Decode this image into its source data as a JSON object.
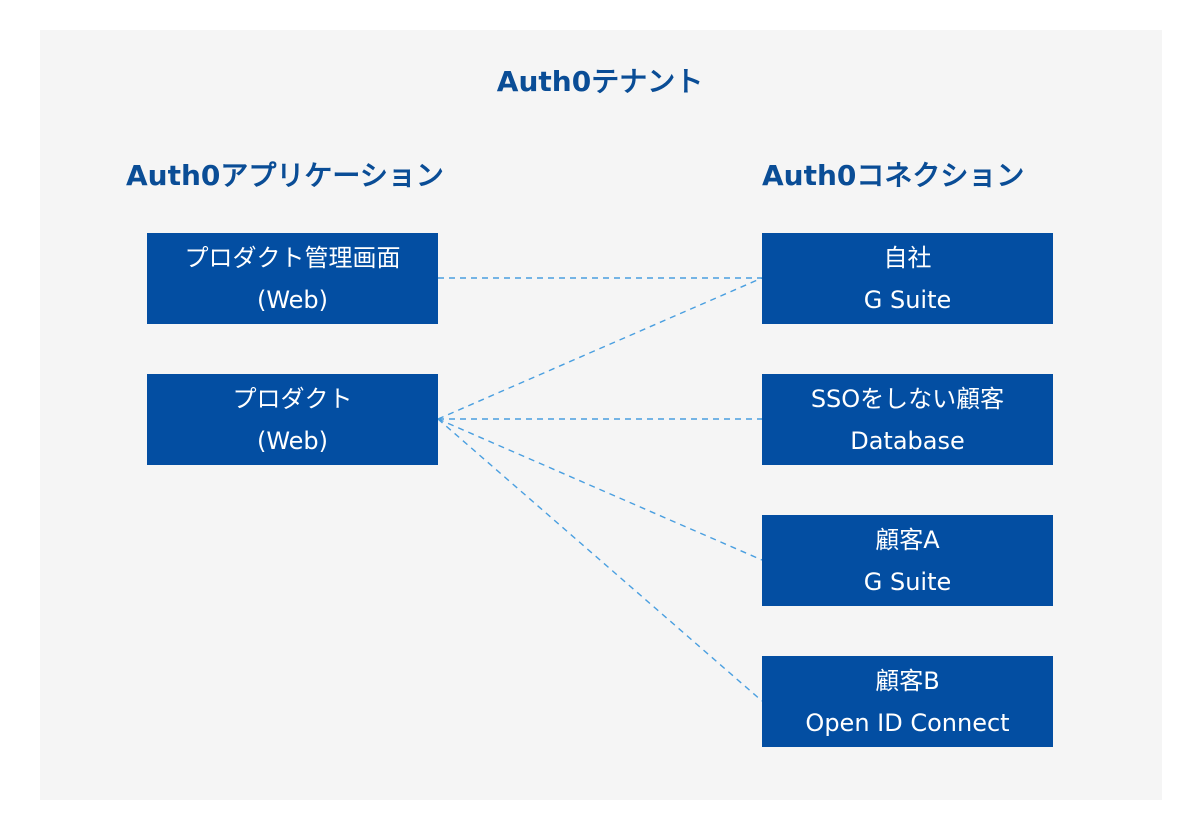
{
  "title": "Auth0テナント",
  "applications": {
    "heading": "Auth0アプリケーション",
    "items": [
      {
        "line1": "プロダクト管理画面",
        "line2": "(Web)"
      },
      {
        "line1": "プロダクト",
        "line2": "(Web)"
      }
    ]
  },
  "connections": {
    "heading": "Auth0コネクション",
    "items": [
      {
        "line1": "自社",
        "line2": "G Suite"
      },
      {
        "line1": "SSOをしない顧客",
        "line2": "Database"
      },
      {
        "line1": "顧客A",
        "line2": "G Suite"
      },
      {
        "line1": "顧客B",
        "line2": "Open ID Connect"
      }
    ]
  },
  "links": [
    {
      "from": "プロダクト管理画面",
      "to": "自社"
    },
    {
      "from": "プロダクト",
      "to": "自社"
    },
    {
      "from": "プロダクト",
      "to": "SSOをしない顧客"
    },
    {
      "from": "プロダクト",
      "to": "顧客A"
    },
    {
      "from": "プロダクト",
      "to": "顧客B"
    }
  ],
  "colors": {
    "heading": "#0a4d96",
    "box": "#034ea2",
    "link": "#4a9fe0",
    "background": "#f5f5f5"
  }
}
